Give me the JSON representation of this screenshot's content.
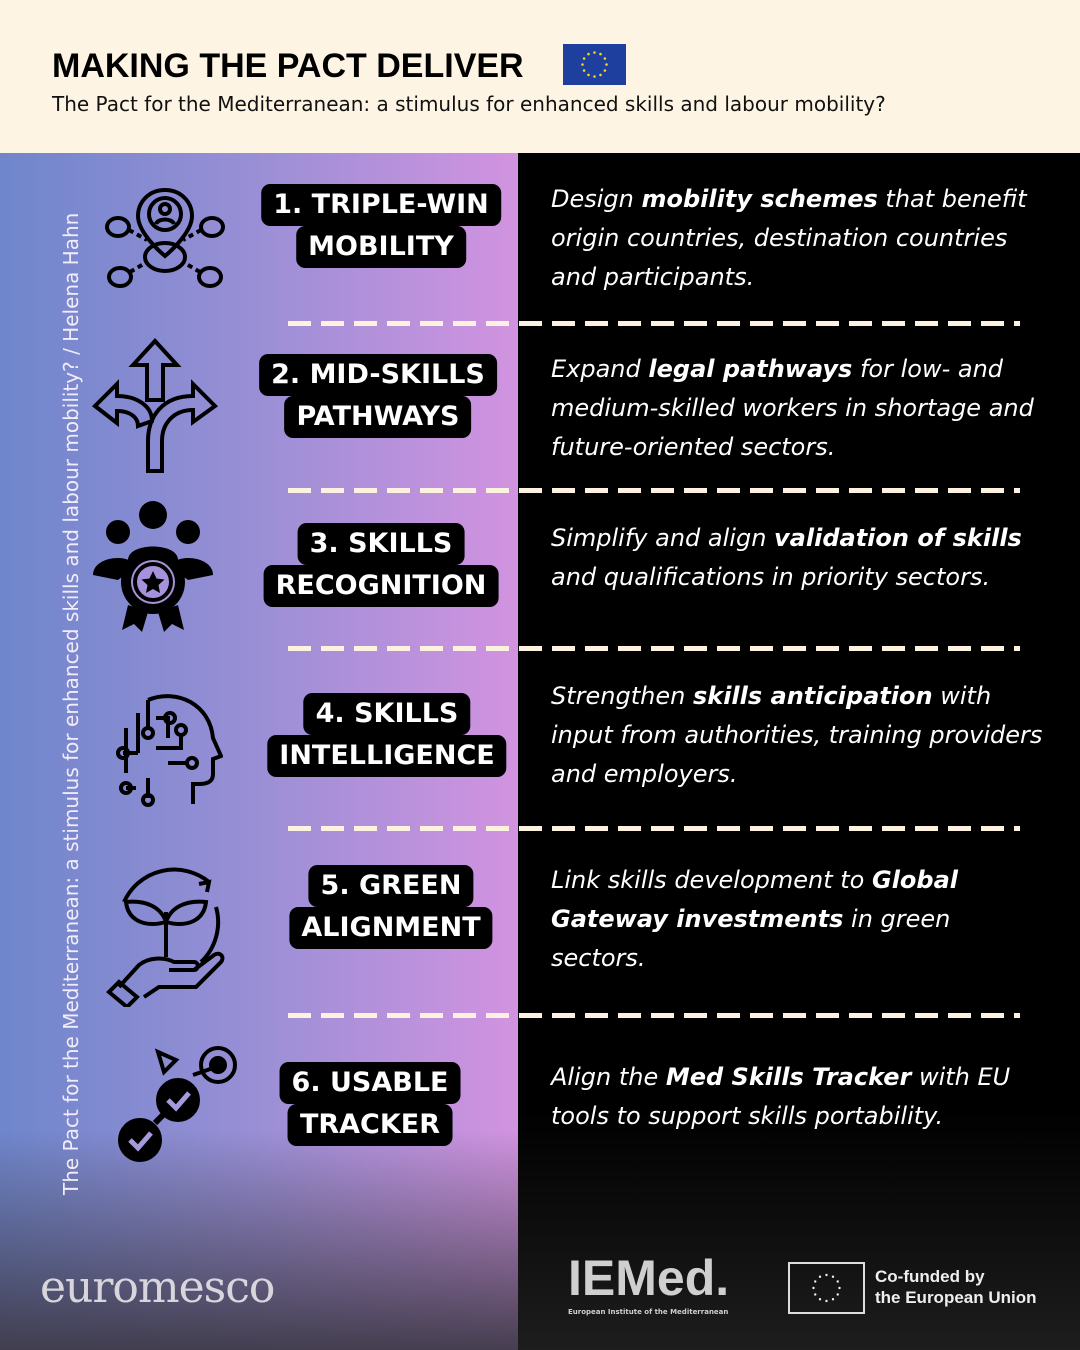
{
  "header": {
    "title": "MAKING THE PACT DELIVER",
    "subtitle": "The Pact for the Mediterranean: a stimulus for enhanced skills and labour mobility?"
  },
  "sidebar_text": "The Pact for the Mediterranean: a stimulus for enhanced skills and labour mobility? / Helena Hahn",
  "items": [
    {
      "line1": "1. TRIPLE-WIN",
      "line2": "MOBILITY",
      "icon": "network-location-icon",
      "desc": [
        [
          "Design ",
          ""
        ],
        [
          "mobility schemes",
          "b"
        ],
        [
          " that benefit origin countries, destination countries and participants.",
          ""
        ]
      ]
    },
    {
      "line1": "2. MID-SKILLS",
      "line2": "PATHWAYS",
      "icon": "diverging-arrows-icon",
      "desc": [
        [
          "Expand ",
          ""
        ],
        [
          "legal pathways",
          "b"
        ],
        [
          " for low- and medium-skilled workers in shortage and future-oriented sectors.",
          ""
        ]
      ]
    },
    {
      "line1": "3. SKILLS",
      "line2": "RECOGNITION",
      "icon": "group-badge-icon",
      "desc": [
        [
          "Simplify and align ",
          ""
        ],
        [
          "validation of skills",
          "b"
        ],
        [
          " and qualifications in priority sectors.",
          ""
        ]
      ]
    },
    {
      "line1": "4. SKILLS",
      "line2": "INTELLIGENCE",
      "icon": "circuit-head-icon",
      "desc": [
        [
          "Strengthen ",
          ""
        ],
        [
          "skills anticipation",
          "b"
        ],
        [
          " with input from authorities, training providers and employers.",
          ""
        ]
      ]
    },
    {
      "line1": "5. GREEN",
      "line2": "ALIGNMENT",
      "icon": "hand-plant-icon",
      "desc": [
        [
          "Link skills development to ",
          ""
        ],
        [
          "Global Gateway investments",
          "b"
        ],
        [
          " in green sectors.",
          ""
        ]
      ]
    },
    {
      "line1": "6. USABLE",
      "line2": "TRACKER",
      "icon": "target-checkpoints-icon",
      "desc": [
        [
          "Align the ",
          ""
        ],
        [
          "Med Skills Tracker",
          "b"
        ],
        [
          " with EU tools to support skills portability.",
          ""
        ]
      ]
    }
  ],
  "footer": {
    "euromesco": "euromesco",
    "iemed": "IEMed.",
    "iemed_sub": "European Institute of the Mediterranean",
    "cofund_line1": "Co-funded by",
    "cofund_line2": "the European Union"
  }
}
